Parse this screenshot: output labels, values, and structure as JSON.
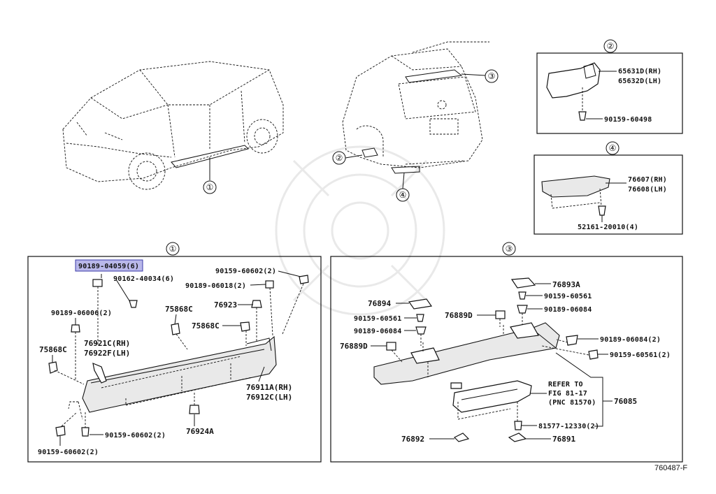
{
  "callouts": {
    "c1": "①",
    "c2": "②",
    "c3": "③",
    "c4": "④"
  },
  "parts": {
    "p65631D": "65631D(RH)",
    "p65632D": "65632D(LH)",
    "p90159_60498": "90159-60498",
    "p76607": "76607(RH)",
    "p76608": "76608(LH)",
    "p52161": "52161-20010(4)",
    "p90189_04059": "90189-04059(6)",
    "p90162_40034": "90162-40034(6)",
    "p90159_60602_top": "90159-60602(2)",
    "p90189_06018": "90189-06018(2)",
    "p90189_06006": "90189-06006(2)",
    "p75868C_a": "75868C",
    "p76923": "76923",
    "p75868C_b": "75868C",
    "p75868C_c": "75868C",
    "p76921C": "76921C(RH)",
    "p76922F": "76922F(LH)",
    "p76911A": "76911A(RH)",
    "p76912C": "76912C(LH)",
    "p76924A": "76924A",
    "p90159_60602_b1": "90159-60602(2)",
    "p90159_60602_b2": "90159-60602(2)",
    "p76893A": "76893A",
    "p90159_60561_a": "90159-60561",
    "p90189_06084_a": "90189-06084",
    "p76894": "76894",
    "p76889D_a": "76889D",
    "p90159_60561_b": "90159-60561",
    "p90189_06084_b": "90189-06084",
    "p76889D_b": "76889D",
    "p90189_06084_2": "90189-06084(2)",
    "p90159_60561_2": "90159-60561(2)",
    "refer1": "REFER TO",
    "refer2": "FIG 81-17",
    "refer3": "(PNC 81570)",
    "p76085": "76085",
    "p81577": "81577-12330(2)",
    "p76892": "76892",
    "p76891": "76891"
  },
  "figure_number": "760487-F",
  "highlighted_part": "90189-04059(6)"
}
